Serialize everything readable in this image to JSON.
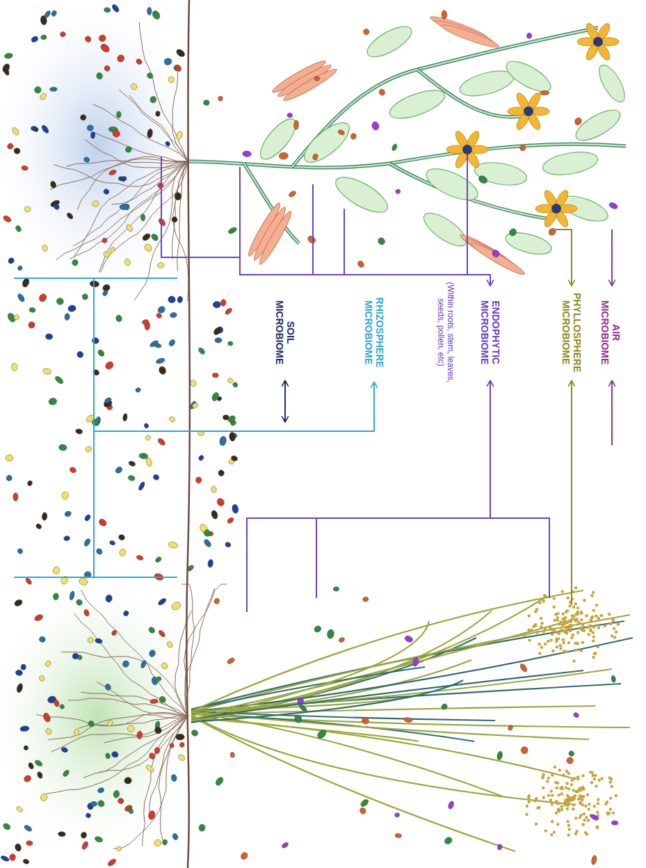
{
  "diagram": {
    "labels": [
      "AIR MICROBIOME",
      "PHYLLOSPHERE MICROBIOME",
      "ENDOPHYTIC MICROBIOME",
      "(Within roots, stem, leaves, seeds, pollen, etc)",
      "RHIZOSPHERE MICROBIOME",
      "SOIL MICROBIOME"
    ]
  }
}
